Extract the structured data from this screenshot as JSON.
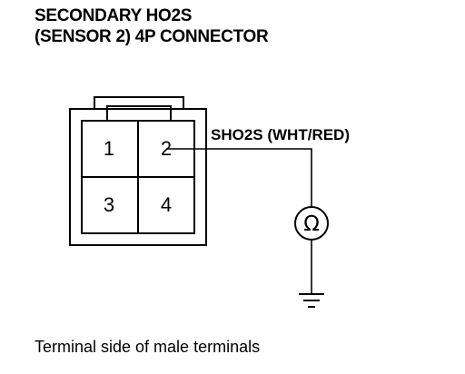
{
  "title": {
    "line1": "SECONDARY HO2S",
    "line2": "(SENSOR 2) 4P CONNECTOR"
  },
  "connector": {
    "pins": [
      "1",
      "2",
      "3",
      "4"
    ]
  },
  "wire": {
    "label": "SHO2S (WHT/RED)"
  },
  "meter": {
    "symbol": "Ω",
    "icon": "ohmmeter-icon"
  },
  "ground": {
    "icon": "ground-icon"
  },
  "caption": "Terminal side of male terminals"
}
